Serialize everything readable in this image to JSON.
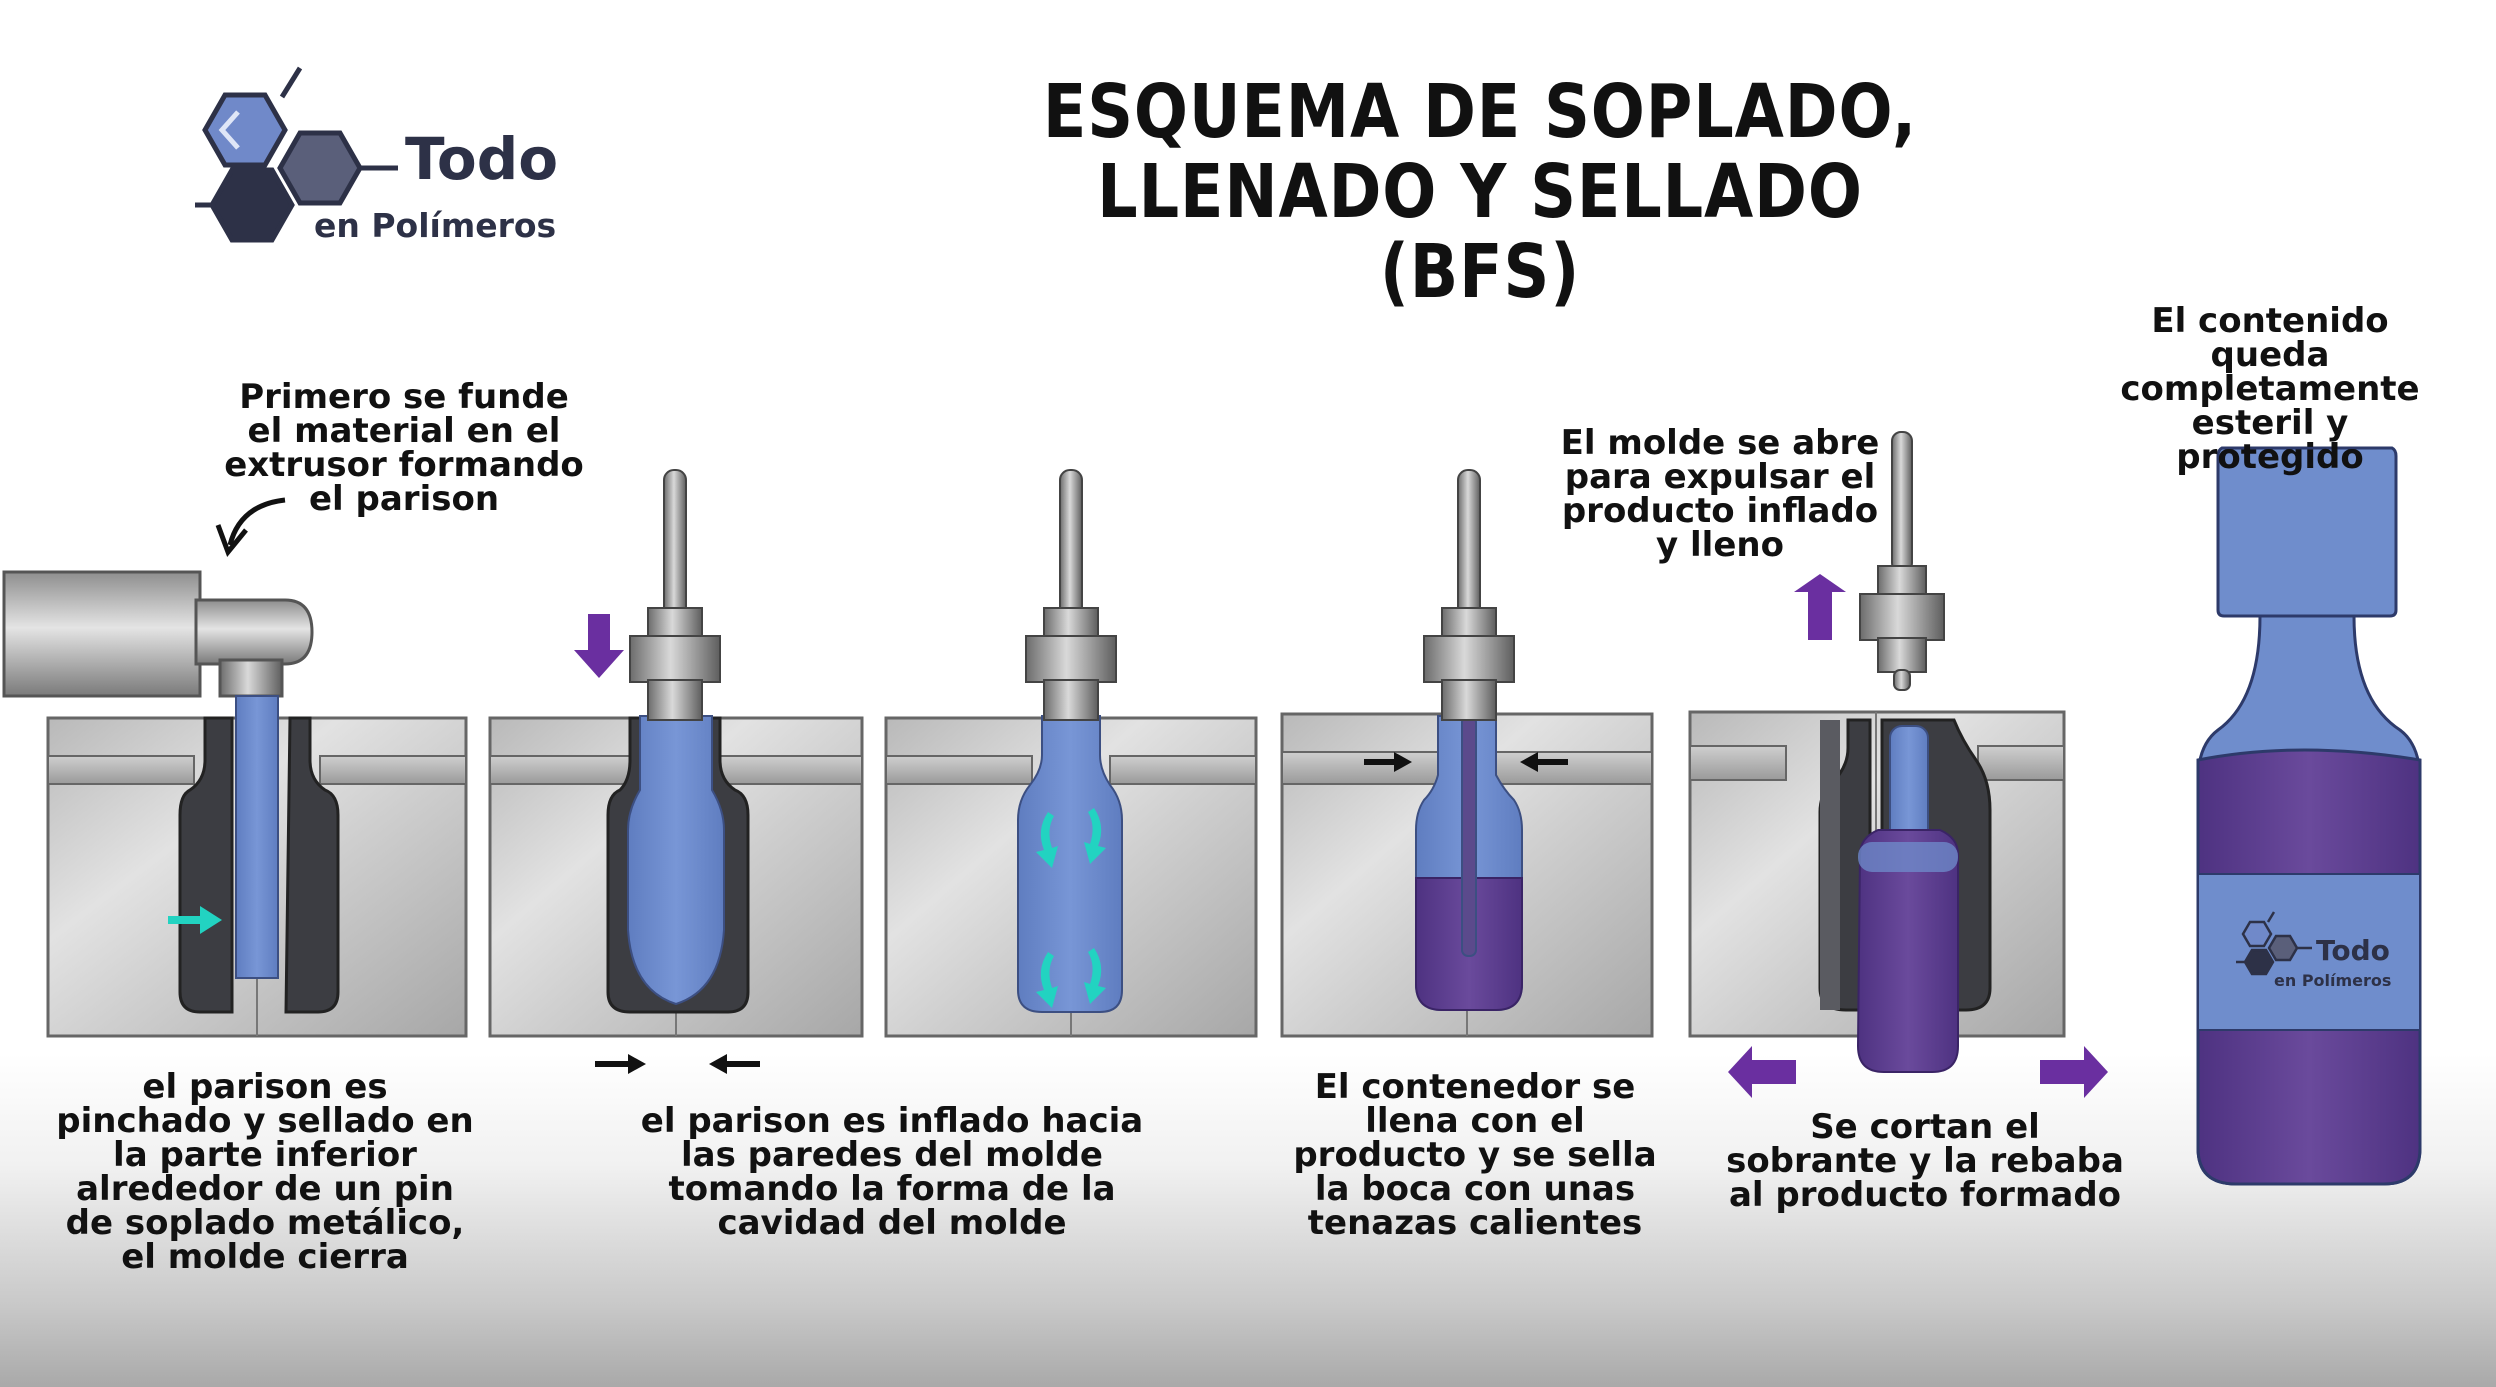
{
  "title": "ESQUEMA DE SOPLADO, LLENADO Y SELLADO (BFS)",
  "logo": {
    "line1": "Todo",
    "line2": "en Polímeros"
  },
  "labels": {
    "extruder_note": "Primero se funde el material en el extrusor formando el parison",
    "step1": "el parison es pinchado y sellado en la parte inferior alrededor de un pin de soplado metálico, el molde cierra",
    "step2": "el parison es inflado hacia las paredes del molde tomando la forma de la cavidad del molde",
    "step3": "El contenedor se llena con el producto y se sella la boca con unas tenazas calientes",
    "step4_top": "El molde se abre para expulsar el producto inflado y lleno",
    "step4_bottom": "Se cortan el sobrante y la rebaba al producto formado",
    "final": "El contenido queda completamente esteril y protegido"
  },
  "colors": {
    "parison_blue": "#6f8dcc",
    "product_purple": "#5b3c8c",
    "arrow_purple": "#6a2fa0",
    "arrow_cyan": "#22d3c1",
    "mold_dark": "#3c3d42",
    "logo_navy": "#2d3147"
  }
}
